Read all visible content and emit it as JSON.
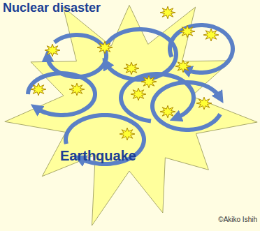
{
  "diagram": {
    "labels": [
      "Nuclear disaster",
      "Earthquake",
      "©Akiko Ishih"
    ]
  }
}
